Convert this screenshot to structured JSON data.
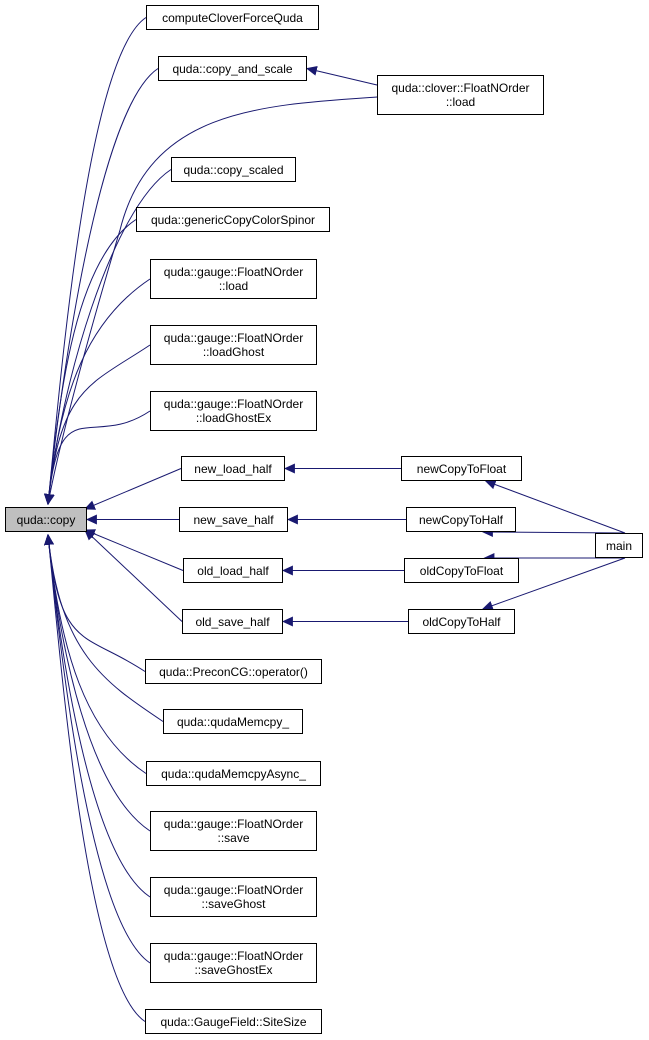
{
  "edge_color": "#191970",
  "root_fill": "#bfbfbf",
  "nodes": [
    {
      "id": "copy",
      "lines": [
        "quda::copy"
      ],
      "root": true
    },
    {
      "id": "computeCloverForceQuda",
      "lines": [
        "computeCloverForceQuda"
      ]
    },
    {
      "id": "copy_and_scale",
      "lines": [
        "quda::copy_and_scale"
      ]
    },
    {
      "id": "clover_load",
      "lines": [
        "quda::clover::FloatNOrder",
        "::load"
      ]
    },
    {
      "id": "copy_scaled",
      "lines": [
        "quda::copy_scaled"
      ]
    },
    {
      "id": "genericCopyColorSpinor",
      "lines": [
        "quda::genericCopyColorSpinor"
      ]
    },
    {
      "id": "gauge_load",
      "lines": [
        "quda::gauge::FloatNOrder",
        "::load"
      ]
    },
    {
      "id": "gauge_loadGhost",
      "lines": [
        "quda::gauge::FloatNOrder",
        "::loadGhost"
      ]
    },
    {
      "id": "gauge_loadGhostEx",
      "lines": [
        "quda::gauge::FloatNOrder",
        "::loadGhostEx"
      ]
    },
    {
      "id": "new_load_half",
      "lines": [
        "new_load_half"
      ]
    },
    {
      "id": "newCopyToFloat",
      "lines": [
        "newCopyToFloat"
      ]
    },
    {
      "id": "new_save_half",
      "lines": [
        "new_save_half"
      ]
    },
    {
      "id": "newCopyToHalf",
      "lines": [
        "newCopyToHalf"
      ]
    },
    {
      "id": "main",
      "lines": [
        "main"
      ]
    },
    {
      "id": "old_load_half",
      "lines": [
        "old_load_half"
      ]
    },
    {
      "id": "oldCopyToFloat",
      "lines": [
        "oldCopyToFloat"
      ]
    },
    {
      "id": "old_save_half",
      "lines": [
        "old_save_half"
      ]
    },
    {
      "id": "oldCopyToHalf",
      "lines": [
        "oldCopyToHalf"
      ]
    },
    {
      "id": "PreconCG_operator",
      "lines": [
        "quda::PreconCG::operator()"
      ]
    },
    {
      "id": "qudaMemcpy_",
      "lines": [
        "quda::qudaMemcpy_"
      ]
    },
    {
      "id": "qudaMemcpyAsync_",
      "lines": [
        "quda::qudaMemcpyAsync_"
      ]
    },
    {
      "id": "gauge_save",
      "lines": [
        "quda::gauge::FloatNOrder",
        "::save"
      ]
    },
    {
      "id": "gauge_saveGhost",
      "lines": [
        "quda::gauge::FloatNOrder",
        "::saveGhost"
      ]
    },
    {
      "id": "gauge_saveGhostEx",
      "lines": [
        "quda::gauge::FloatNOrder",
        "::saveGhostEx"
      ]
    },
    {
      "id": "GaugeField_SiteSize",
      "lines": [
        "quda::GaugeField::SiteSize"
      ]
    }
  ],
  "edges": [
    {
      "from": "computeCloverForceQuda",
      "to": "copy"
    },
    {
      "from": "copy_and_scale",
      "to": "copy"
    },
    {
      "from": "clover_load",
      "to": "copy_and_scale"
    },
    {
      "from": "clover_load",
      "to": "copy"
    },
    {
      "from": "copy_scaled",
      "to": "copy"
    },
    {
      "from": "genericCopyColorSpinor",
      "to": "copy"
    },
    {
      "from": "gauge_load",
      "to": "copy"
    },
    {
      "from": "gauge_loadGhost",
      "to": "copy"
    },
    {
      "from": "gauge_loadGhostEx",
      "to": "copy"
    },
    {
      "from": "new_load_half",
      "to": "copy"
    },
    {
      "from": "newCopyToFloat",
      "to": "new_load_half"
    },
    {
      "from": "main",
      "to": "newCopyToFloat"
    },
    {
      "from": "new_save_half",
      "to": "copy"
    },
    {
      "from": "newCopyToHalf",
      "to": "new_save_half"
    },
    {
      "from": "main",
      "to": "newCopyToHalf"
    },
    {
      "from": "old_load_half",
      "to": "copy"
    },
    {
      "from": "oldCopyToFloat",
      "to": "old_load_half"
    },
    {
      "from": "main",
      "to": "oldCopyToFloat"
    },
    {
      "from": "old_save_half",
      "to": "copy"
    },
    {
      "from": "oldCopyToHalf",
      "to": "old_save_half"
    },
    {
      "from": "main",
      "to": "oldCopyToHalf"
    },
    {
      "from": "PreconCG_operator",
      "to": "copy"
    },
    {
      "from": "qudaMemcpy_",
      "to": "copy"
    },
    {
      "from": "qudaMemcpyAsync_",
      "to": "copy"
    },
    {
      "from": "gauge_save",
      "to": "copy"
    },
    {
      "from": "gauge_saveGhost",
      "to": "copy"
    },
    {
      "from": "gauge_saveGhostEx",
      "to": "copy"
    },
    {
      "from": "GaugeField_SiteSize",
      "to": "copy"
    }
  ]
}
